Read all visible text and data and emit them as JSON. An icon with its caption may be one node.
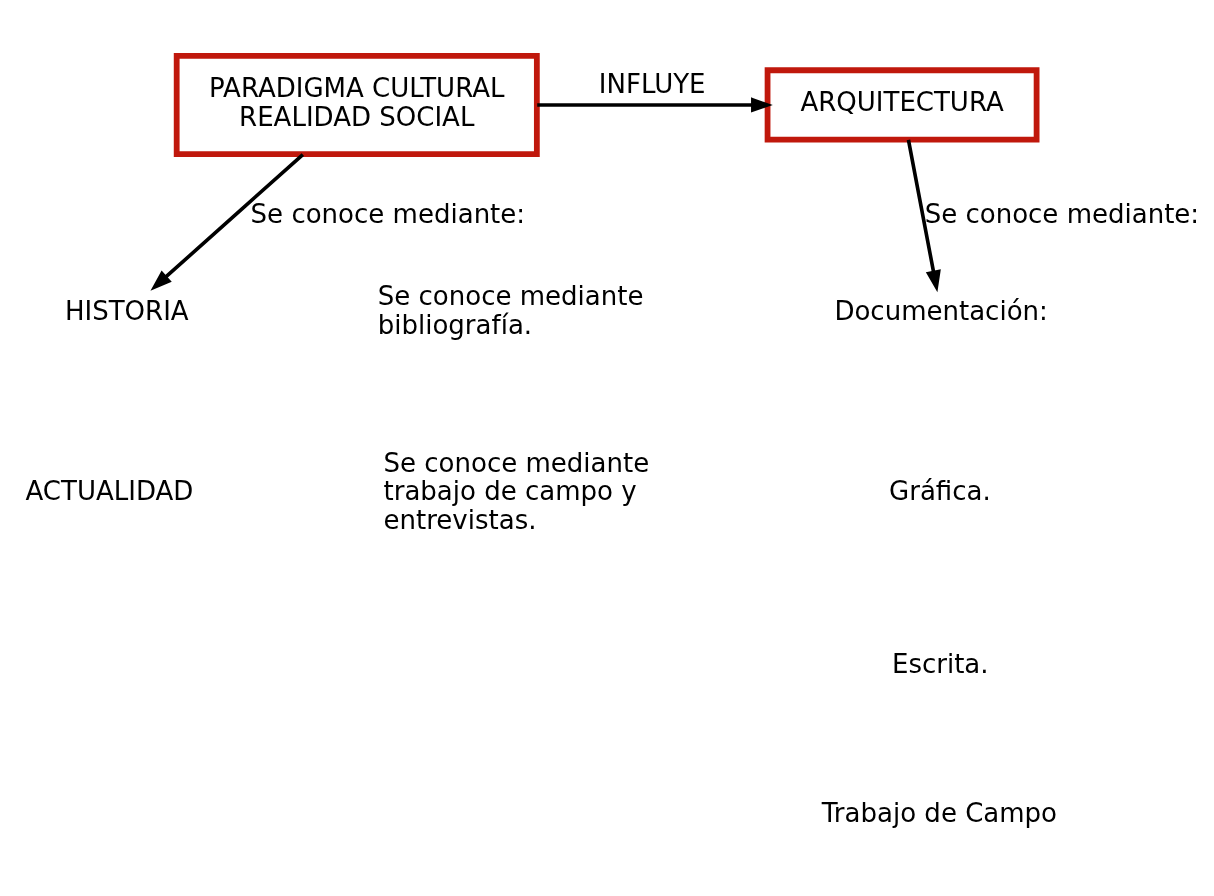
{
  "diagram": {
    "nodes": [
      {
        "text": [
          "PARADIGMA CULTURAL",
          "REALIDAD SOCIAL"
        ]
      },
      {
        "text": [
          "ARQUITECTURA"
        ]
      },
      {
        "text": [
          "HISTORIA"
        ]
      },
      {
        "text": [
          "Documentación:"
        ]
      }
    ],
    "edges": [
      {
        "from": 0,
        "to": 1,
        "arrow": "to",
        "label": "INFLUYE"
      },
      {
        "from": 0,
        "to": 2,
        "arrow": "to",
        "label": "Se conoce mediante:"
      },
      {
        "from": 1,
        "to": 3,
        "arrow": "to",
        "label": "Se conoce mediante:"
      }
    ],
    "labels": [
      "Se conoce mediante bibliografía.",
      "Gráfica.",
      "ACTUALIDAD",
      "Se conoce mediante trabajo de campo y entrevistas.",
      "Escrita.",
      "Trabajo de Campo"
    ]
  }
}
